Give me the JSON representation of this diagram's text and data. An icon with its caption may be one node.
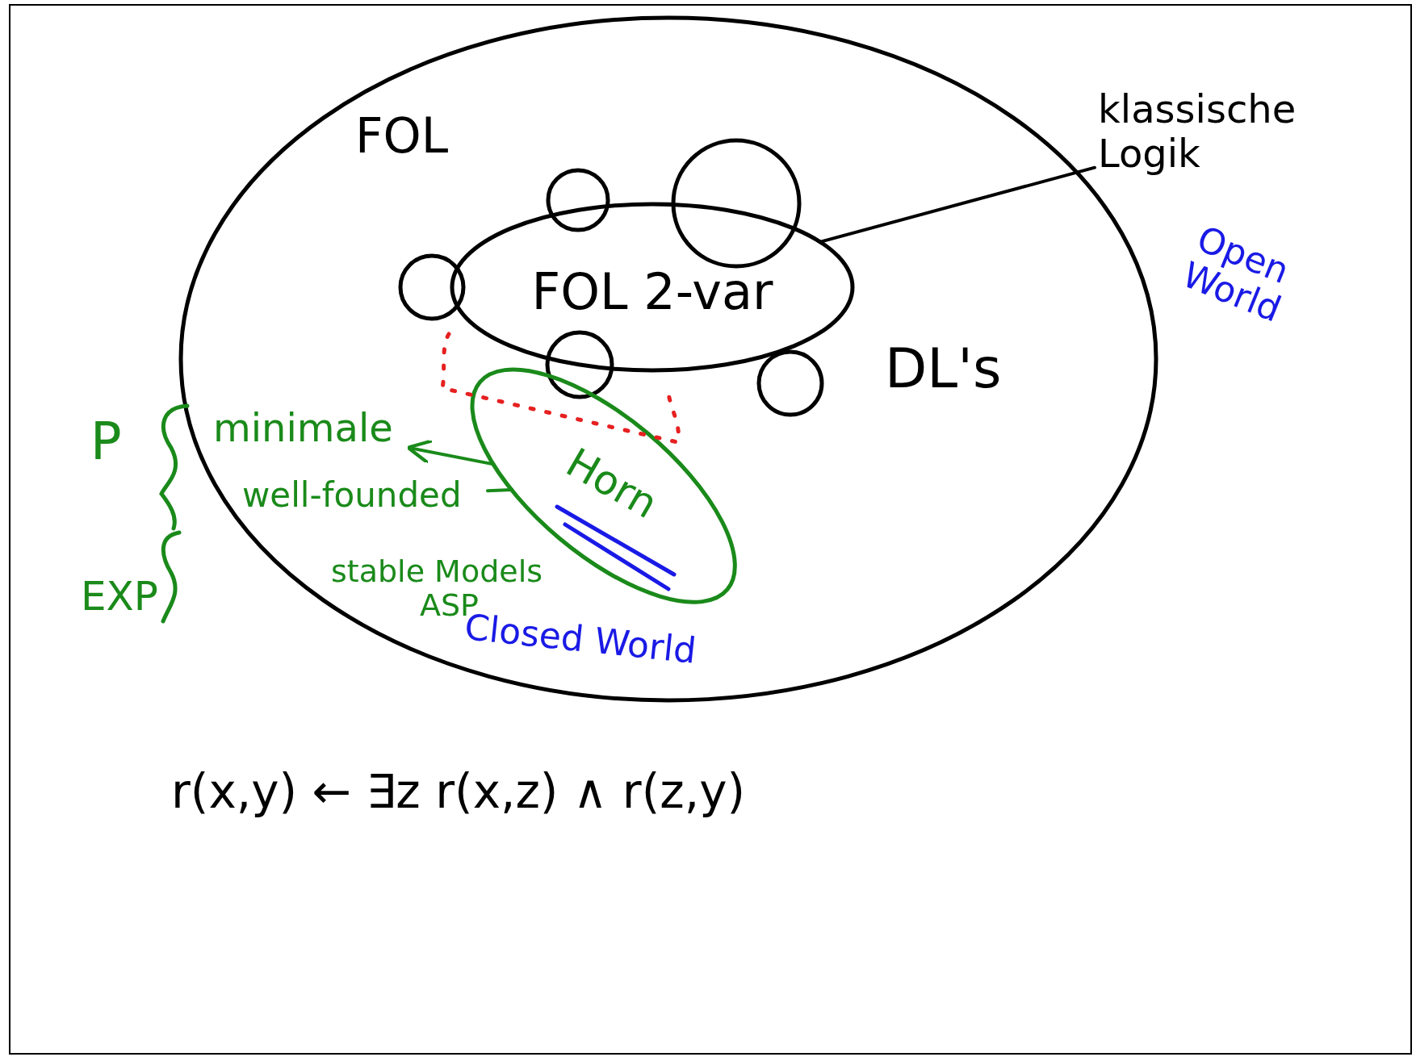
{
  "diagram": {
    "nodes": [
      {
        "text": [
          "FOL"
        ]
      },
      {
        "text": [
          "FOL 2-var"
        ],
        "in": 0
      },
      {
        "text": [],
        "shape": "circle",
        "in": 0
      },
      {
        "text": [],
        "shape": "circle",
        "in": 0
      },
      {
        "text": [],
        "shape": "circle",
        "in": 0
      },
      {
        "text": [],
        "shape": "circle",
        "in": 0
      },
      {
        "text": [],
        "shape": "circle",
        "in": 0
      },
      {
        "text": [
          "Horn"
        ],
        "in": 0
      },
      {
        "text": [
          "klassische Logik"
        ]
      },
      {
        "text": [
          "minimale"
        ],
        "in": 0
      },
      {
        "text": [
          "well-founded"
        ],
        "in": 0
      }
    ],
    "edges": [
      {
        "from": 8,
        "to": 1,
        "arrow": "none",
        "color": "#000000"
      },
      {
        "from": 7,
        "to": 9,
        "arrow": "to"
      },
      {
        "from": 10,
        "to": 7,
        "arrow": "none"
      }
    ],
    "labels": [
      "Open World",
      "DL's",
      "P",
      "stable Models",
      "ASP",
      "EXP",
      "Closed World",
      "r(x,y) ← ∃z r(x,z) ∧ r(z,y)"
    ]
  }
}
